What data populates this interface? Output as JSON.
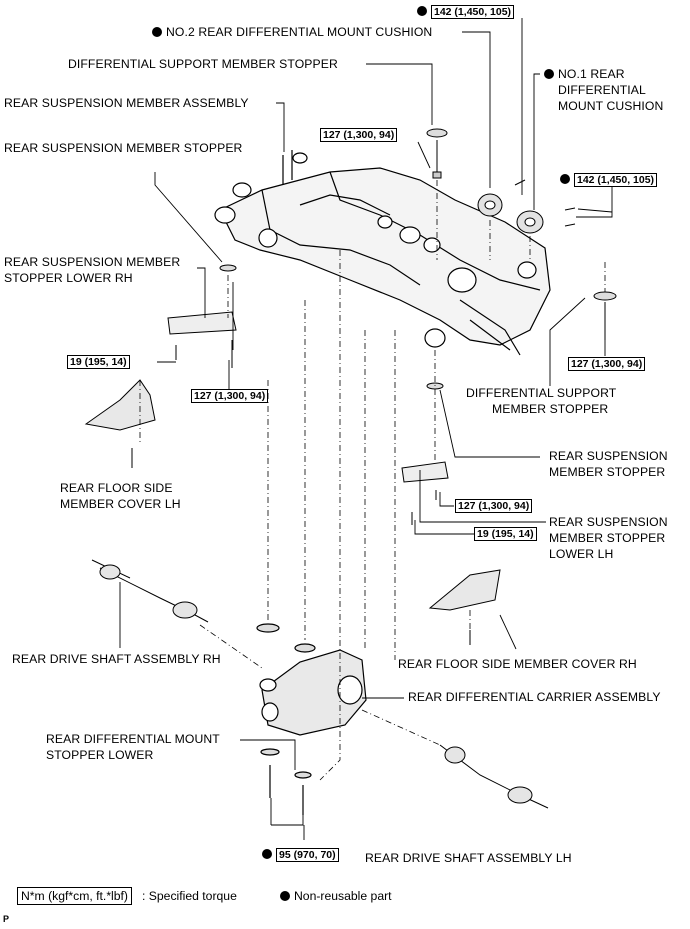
{
  "labels": {
    "no2_cushion": "NO.2 REAR DIFFERENTIAL MOUNT CUSHION",
    "diff_support_stopper_top": "DIFFERENTIAL SUPPORT MEMBER STOPPER",
    "rear_susp_member_assy": "REAR SUSPENSION MEMBER ASSEMBLY",
    "rear_susp_member_stopper_left": "REAR SUSPENSION MEMBER STOPPER",
    "no1_cushion_1": "NO.1 REAR",
    "no1_cushion_2": "DIFFERENTIAL",
    "no1_cushion_3": "MOUNT CUSHION",
    "stopper_lower_rh_1": "REAR SUSPENSION MEMBER",
    "stopper_lower_rh_2": "STOPPER LOWER RH",
    "diff_support_stopper_right_1": "DIFFERENTIAL SUPPORT",
    "diff_support_stopper_right_2": "MEMBER STOPPER",
    "rear_susp_member_stopper_right_1": "REAR SUSPENSION",
    "rear_susp_member_stopper_right_2": "MEMBER STOPPER",
    "floor_cover_lh_1": "REAR FLOOR SIDE",
    "floor_cover_lh_2": "MEMBER COVER LH",
    "stopper_lower_lh_1": "REAR SUSPENSION",
    "stopper_lower_lh_2": "MEMBER STOPPER",
    "stopper_lower_lh_3": "LOWER LH",
    "drive_shaft_rh": "REAR DRIVE SHAFT ASSEMBLY RH",
    "floor_cover_rh": "REAR FLOOR SIDE MEMBER COVER RH",
    "diff_carrier": "REAR DIFFERENTIAL CARRIER ASSEMBLY",
    "mount_stopper_lower_1": "REAR DIFFERENTIAL MOUNT",
    "mount_stopper_lower_2": "STOPPER LOWER",
    "drive_shaft_lh": "REAR DRIVE SHAFT ASSEMBLY LH"
  },
  "torques": {
    "t142_top": "142 (1,450, 105)",
    "t127_top": "127 (1,300, 94)",
    "t142_right": "142 (1,450, 105)",
    "t127_right": "127 (1,300, 94)",
    "t19_left": "19 (195, 14)",
    "t127_left": "127 (1,300, 94)",
    "t127_mid": "127 (1,300, 94)",
    "t19_mid": "19 (195, 14)",
    "t95_bottom": "95 (970, 70)"
  },
  "legend": {
    "torque_box": "N*m (kgf*cm, ft.*lbf)",
    "torque_desc": ": Specified torque",
    "nonreusable_desc": "Non-reusable part"
  },
  "figure_id": "P"
}
